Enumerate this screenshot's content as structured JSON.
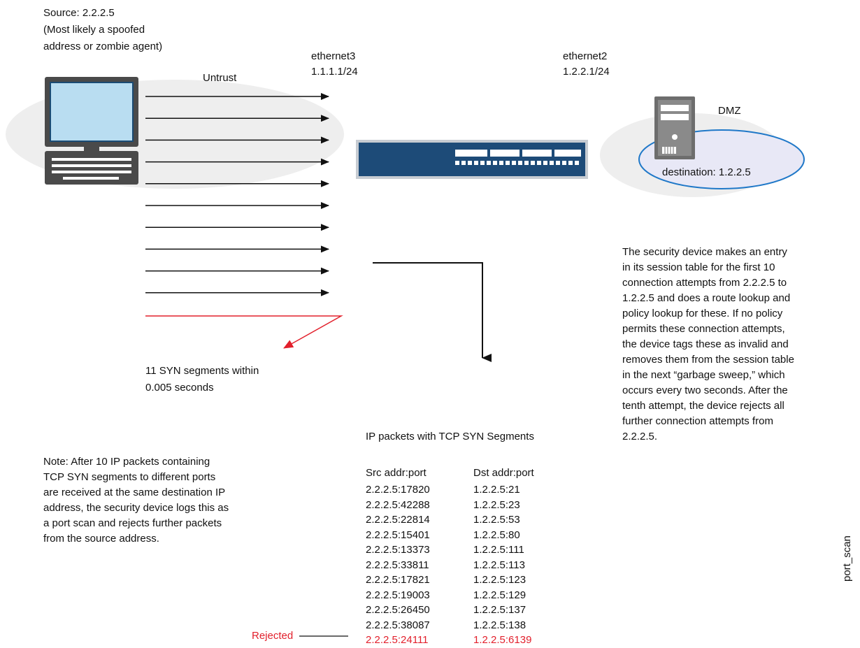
{
  "source": {
    "title": "Source: 2.2.2.5",
    "note_line1": "(Most likely a spoofed",
    "note_line2": "address or zombie agent)"
  },
  "zones": {
    "untrust": "Untrust",
    "dmz": "DMZ",
    "destination": "destination: 1.2.2.5"
  },
  "interfaces": {
    "eth3_name": "ethernet3",
    "eth3_ip": "1.1.1.1/24",
    "eth2_name": "ethernet2",
    "eth2_ip": "1.2.2.1/24"
  },
  "syn_note": {
    "line1": "11 SYN segments within",
    "line2": "0.005 seconds"
  },
  "left_note": [
    "Note: After 10 IP packets containing",
    "TCP SYN segments to different ports",
    "are received at the same destination IP",
    "address, the security device logs this as",
    "a port scan and rejects further packets",
    "from the source address."
  ],
  "right_note": [
    "The security device makes an entry",
    "in its session table for the first 10",
    "connection attempts from 2.2.2.5 to",
    "1.2.2.5 and does a route lookup and",
    "policy lookup for these. If no policy",
    "permits these connection attempts,",
    "the device tags these as invalid and",
    "removes them from the session table",
    "in the next “garbage sweep,” which",
    "occurs every two seconds. After the",
    "tenth attempt, the device rejects all",
    "further connection attempts from",
    "2.2.2.5."
  ],
  "packet_table": {
    "title": "IP packets with TCP SYN Segments",
    "headers": [
      "Src addr:port",
      "Dst addr:port"
    ],
    "rows": [
      [
        "2.2.2.5:17820",
        "1.2.2.5:21"
      ],
      [
        "2.2.2.5:42288",
        "1.2.2.5:23"
      ],
      [
        "2.2.2.5:22814",
        "1.2.2.5:53"
      ],
      [
        "2.2.2.5:15401",
        "1.2.2.5:80"
      ],
      [
        "2.2.2.5:13373",
        "1.2.2.5:111"
      ],
      [
        "2.2.2.5:33811",
        "1.2.2.5:113"
      ],
      [
        "2.2.2.5:17821",
        "1.2.2.5:123"
      ],
      [
        "2.2.2.5:19003",
        "1.2.2.5:129"
      ],
      [
        "2.2.2.5:26450",
        "1.2.2.5:137"
      ],
      [
        "2.2.2.5:38087",
        "1.2.2.5:138"
      ],
      [
        "2.2.2.5:24111",
        "1.2.2.5:6139"
      ]
    ],
    "rejected_label": "Rejected"
  },
  "figure_id": "port_scan",
  "colors": {
    "zone_fill": "#eeeeee",
    "dmz_ellipse_fill": "#e8e8f6",
    "dmz_ellipse_stroke": "#1f78c8",
    "device_body": "#1d4b78",
    "rejected": "#e2202c",
    "arrow": "#111111"
  },
  "icons": [
    "computer-icon",
    "security-device-icon",
    "server-icon"
  ]
}
